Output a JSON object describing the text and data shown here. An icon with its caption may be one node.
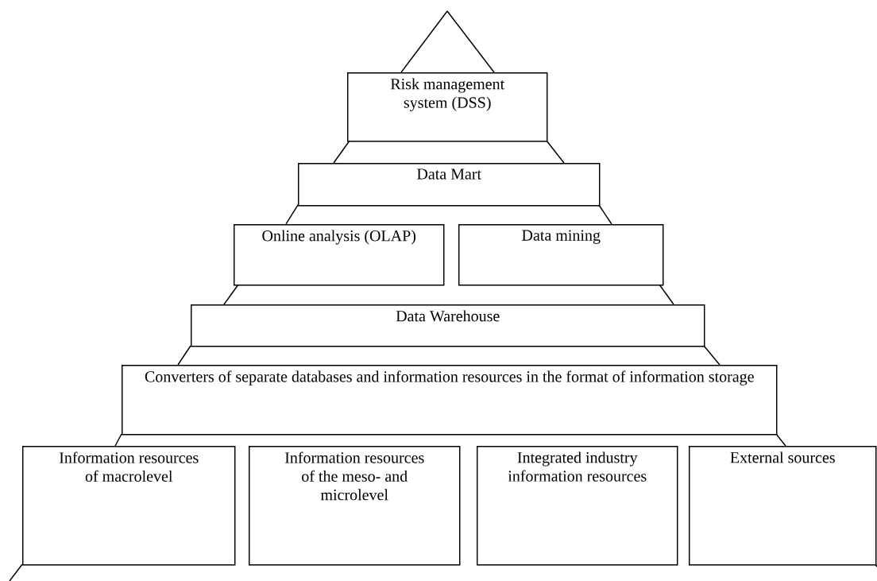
{
  "diagram": {
    "nodes": [
      {
        "text": [
          "Risk management system (DSS)"
        ]
      },
      {
        "text": [
          "Data Mart"
        ]
      },
      {
        "text": [
          "Online analysis (OLAP)"
        ]
      },
      {
        "text": [
          "Data mining"
        ]
      },
      {
        "text": [
          "Data Warehouse"
        ]
      },
      {
        "text": [
          "Converters of separate databases and information resources in the format of information storage"
        ]
      },
      {
        "text": [
          "Information resources of macrolevel"
        ]
      },
      {
        "text": [
          "Information resources of the meso- and microlevel"
        ]
      },
      {
        "text": [
          "Integrated industry information resources"
        ]
      },
      {
        "text": [
          "External sources"
        ]
      }
    ]
  }
}
